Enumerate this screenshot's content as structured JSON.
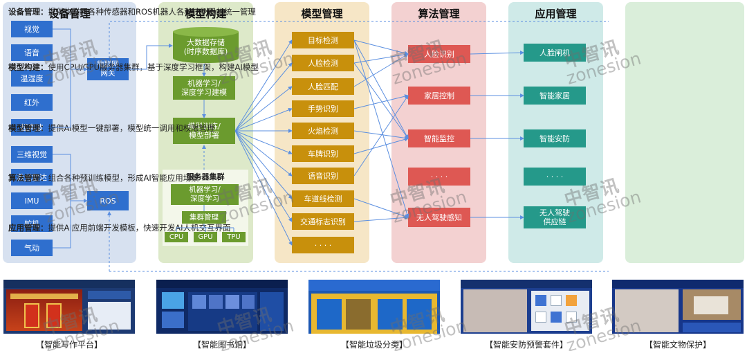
{
  "device": {
    "title": "设备管理",
    "sensors": [
      "视觉",
      "语音",
      "温湿度",
      "红外",
      "超声波"
    ],
    "controllers": [
      "三维视觉",
      "激光雷达",
      "IMU",
      "舵机",
      "气动"
    ],
    "iot": "物联网\n网关",
    "ros": "ROS"
  },
  "model_build": {
    "title": "模型构建",
    "bigdata": "大数据存储\n(时序数据库)",
    "ml": "机器学习/\n深度学习建模",
    "train": "模型训练/\n模型部署",
    "server_title": "服务器集群",
    "server_ml": "机器学习/\n深度学习",
    "cluster": "集群管理",
    "hw": [
      "CPU",
      "GPU",
      "TPU"
    ]
  },
  "model_mgmt": {
    "title": "模型管理",
    "items": [
      "目标检测",
      "人脸检测",
      "人脸匹配",
      "手势识别",
      "火焰检测",
      "车牌识别",
      "语音识别",
      "车道线检测",
      "交通标志识别",
      "· · · ·"
    ]
  },
  "algo": {
    "title": "算法管理",
    "items": [
      "人脸识别",
      "家居控制",
      "智能监控",
      "· · · ·",
      "无人驾驶感知"
    ]
  },
  "app": {
    "title": "应用管理",
    "items": [
      "人脸闸机",
      "智能家居",
      "智能安防",
      "· · · ·",
      "无人驾驶\n供应链"
    ]
  },
  "descriptions": [
    {
      "head": "设备管理：",
      "body": "提供物联网各种传感器和ROS机器人各种控制器的统一管理"
    },
    {
      "head": "模型构建：",
      "body": "使用CPU/GPU服务器集群，基于深度学习框架，构建AI模型"
    },
    {
      "head": "模型管理：",
      "body": "提供AI模型一键部署，模型统一调用和权限管理"
    },
    {
      "head": "算法管理：",
      "body": "组合各种预训练模型，形成AI智能应用场景"
    },
    {
      "head": "应用管理：",
      "body": "提供AI应用前端开发模板，快速开发AI人机交互界面"
    }
  ],
  "cases": [
    "【智能写作平台】",
    "【智能图书馆】",
    "【智能垃圾分类】",
    "【智能安防预警套件】",
    "【智能文物保护】"
  ],
  "watermark": {
    "cn": "中智讯",
    "en": "zonesion"
  },
  "colors": {
    "blue": "#2f6fce",
    "green": "#6b9b2e",
    "gold": "#c8900c",
    "red": "#de5853",
    "teal": "#25998a",
    "arrow": "#5b8fe0"
  }
}
